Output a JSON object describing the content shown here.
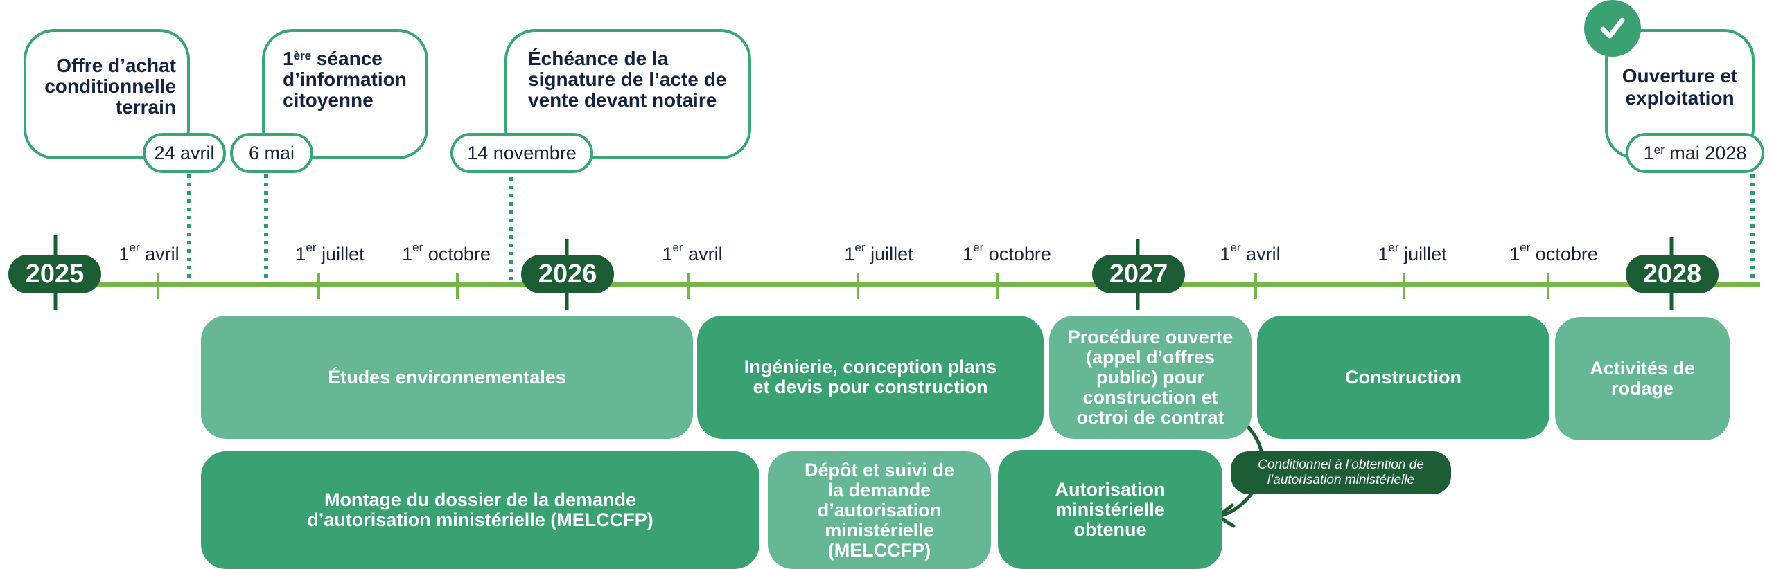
{
  "colors": {
    "axis": "#78b64a",
    "year_badge": "#1d5d36",
    "milestone_border": "#3aa676",
    "dotted": "#2f9a6a",
    "phase_light": "#66b894",
    "phase_dark": "#39a172",
    "text": "#14233f"
  },
  "years": {
    "y2025": "2025",
    "y2026": "2026",
    "y2027": "2027",
    "y2028": "2028"
  },
  "months": {
    "m1": {
      "ord": "1",
      "sup": "er",
      "name": "avril"
    },
    "m2": {
      "ord": "1",
      "sup": "er",
      "name": "juillet"
    },
    "m3": {
      "ord": "1",
      "sup": "er",
      "name": "octobre"
    },
    "m4": {
      "ord": "1",
      "sup": "er",
      "name": "avril"
    },
    "m5": {
      "ord": "1",
      "sup": "er",
      "name": "juillet"
    },
    "m6": {
      "ord": "1",
      "sup": "er",
      "name": "octobre"
    },
    "m7": {
      "ord": "1",
      "sup": "er",
      "name": "avril"
    },
    "m8": {
      "ord": "1",
      "sup": "er",
      "name": "juillet"
    },
    "m9": {
      "ord": "1",
      "sup": "er",
      "name": "octobre"
    }
  },
  "milestones": {
    "offre": {
      "line1": "Offre d’achat",
      "line2": "conditionnelle",
      "line3": "terrain",
      "date": "24 avril"
    },
    "seance": {
      "ord": "1",
      "sup": "ère",
      "line1_rest": " séance",
      "line2": "d’information",
      "line3": "citoyenne",
      "date": "6 mai"
    },
    "echeance": {
      "line1": "Échéance de la",
      "line2": "signature de l’acte de",
      "line3": "vente devant notaire",
      "date": "14 novembre"
    },
    "ouverture": {
      "line1": "Ouverture et",
      "line2": "exploitation",
      "date_ord": "1",
      "date_sup": "er",
      "date_rest": " mai 2028",
      "badge_icon": "check-icon"
    }
  },
  "phases": {
    "etudes": "Études environnementales",
    "ingenierie": "Ingénierie, conception plans et devis pour construction",
    "procedure": "Procédure ouverte (appel d’offres public) pour construction et octroi de contrat",
    "construction": "Construction",
    "rodage": "Activités de rodage",
    "montage": "Montage du dossier de la demande d’autorisation ministérielle (MELCCFP)",
    "depot": "Dépôt et suivi de la demande d’autorisation ministérielle (MELCCFP)",
    "autorisation": "Autorisation ministérielle obtenue"
  },
  "note": {
    "text": "Conditionnel à l’obtention de l’autorisation ministérielle"
  }
}
